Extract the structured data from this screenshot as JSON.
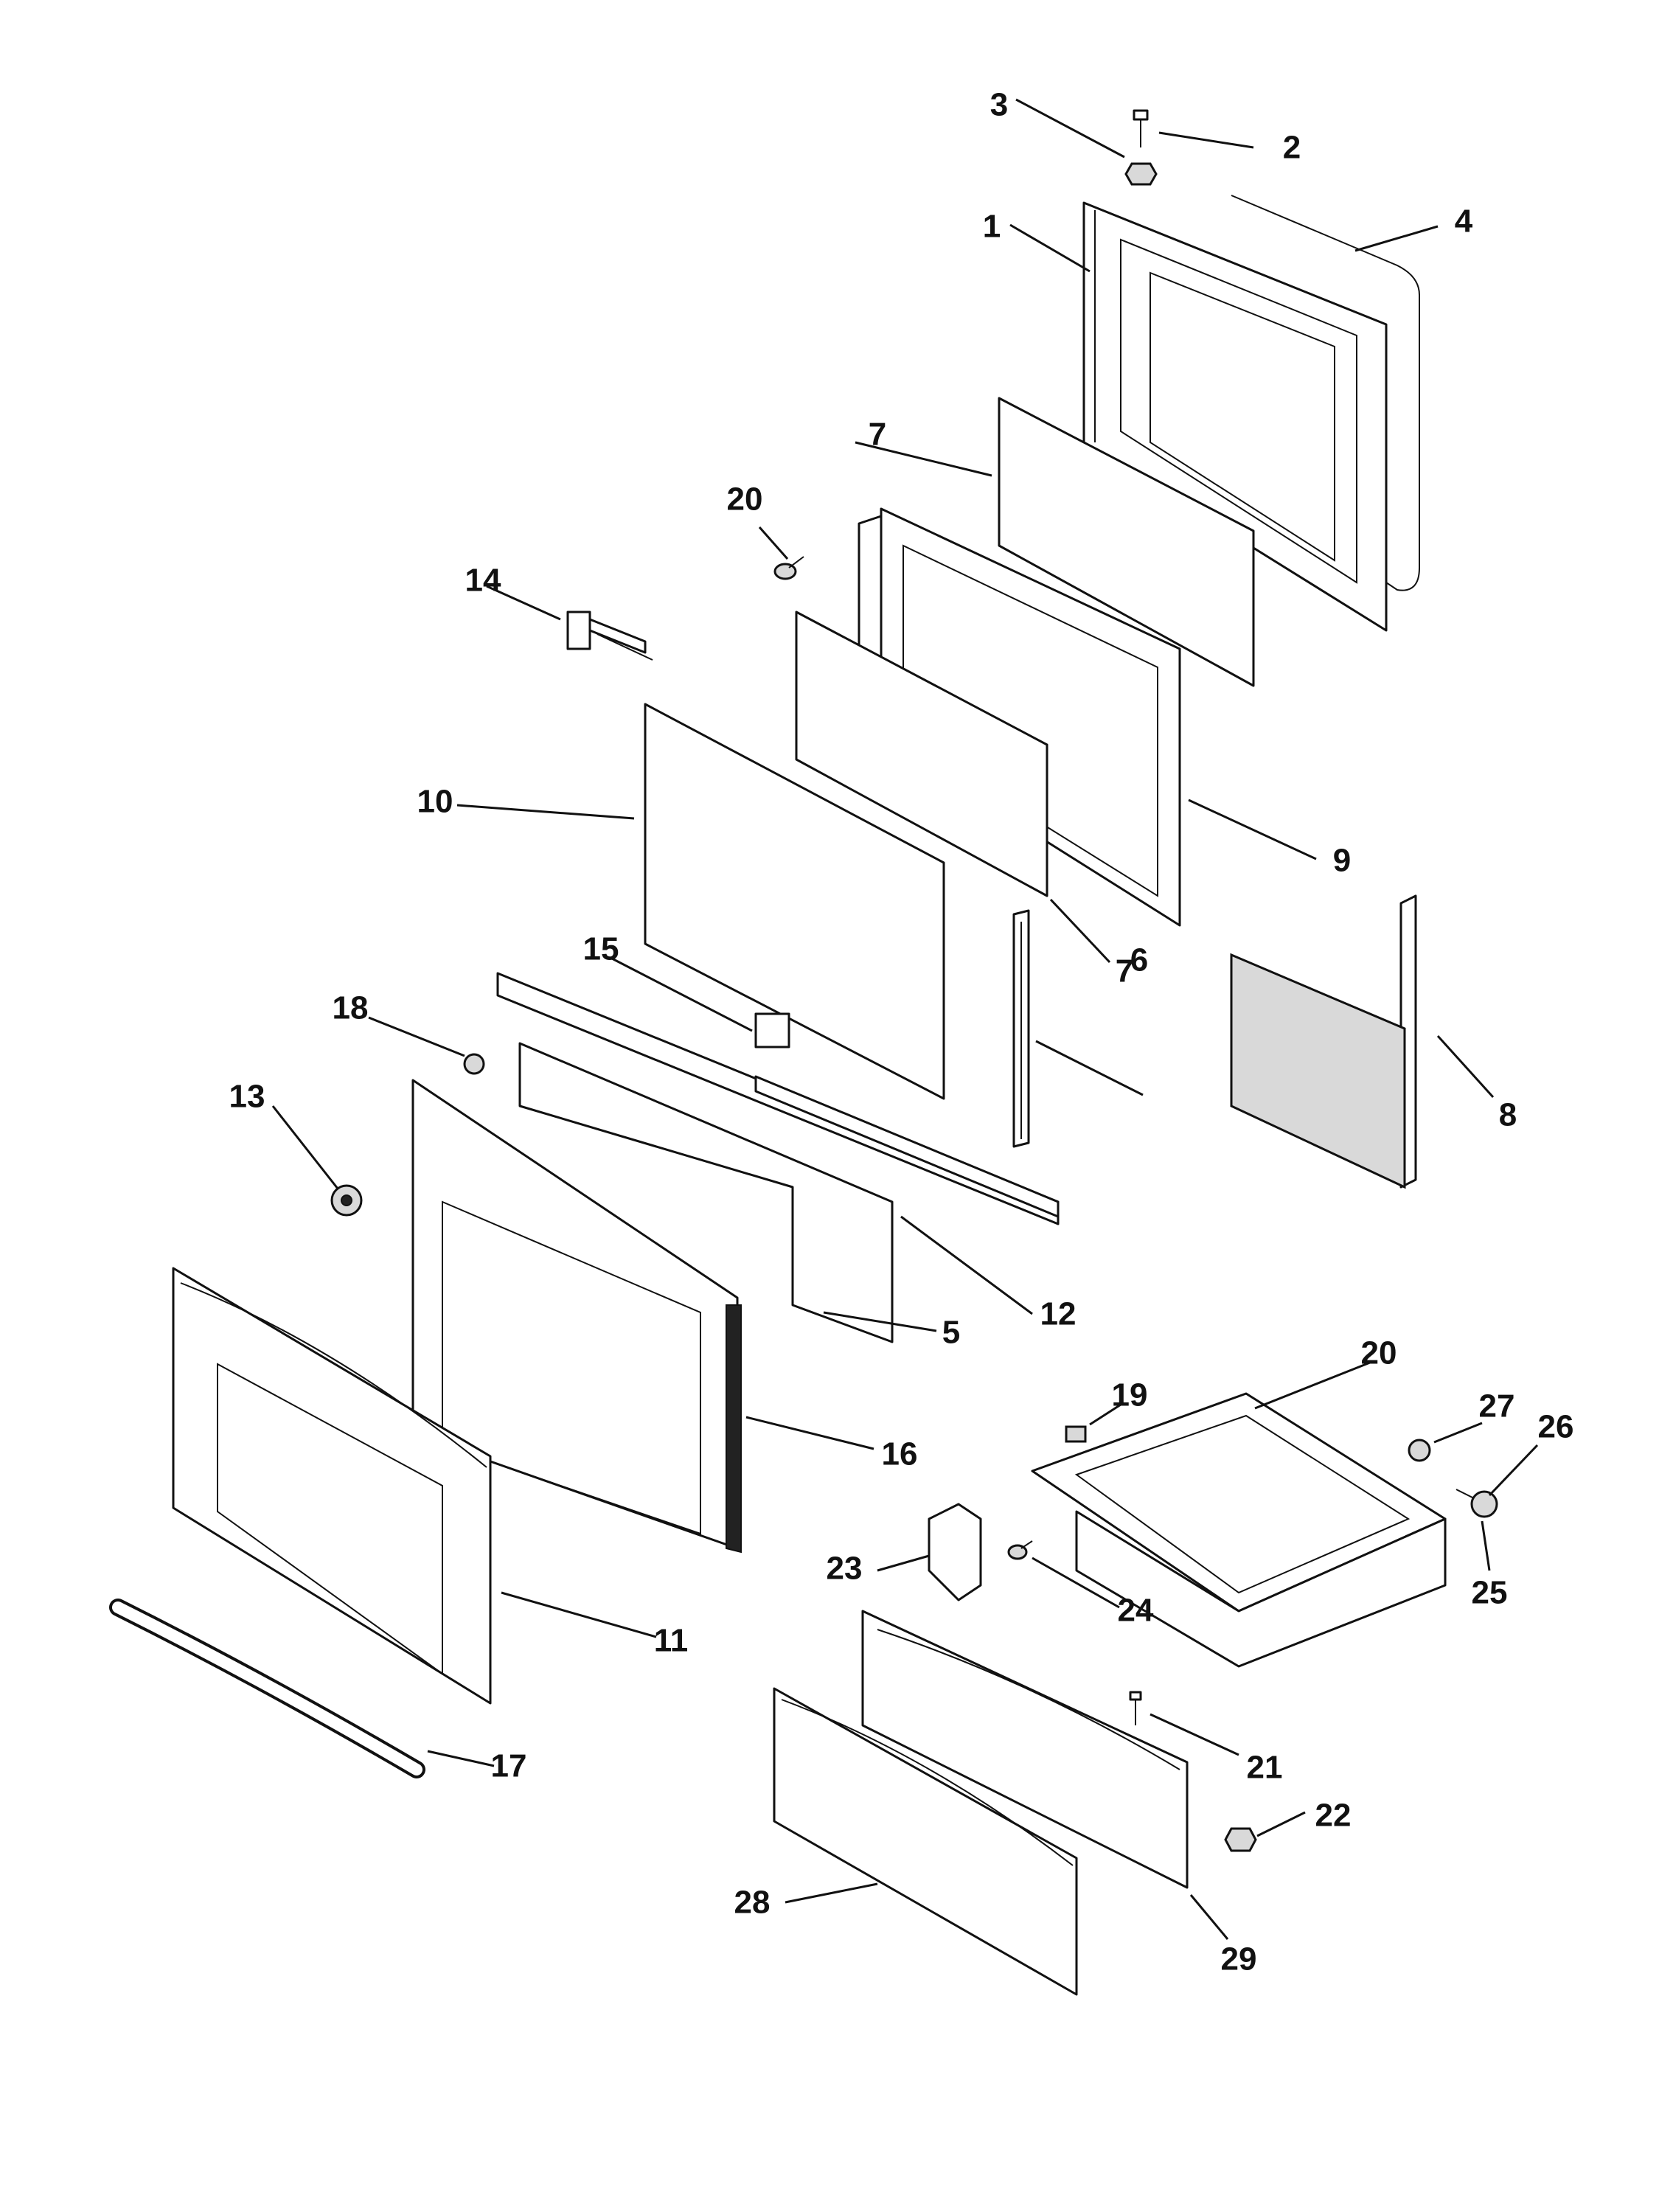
{
  "callouts": [
    {
      "id": "c1",
      "num": "1"
    },
    {
      "id": "c2",
      "num": "2"
    },
    {
      "id": "c3",
      "num": "3"
    },
    {
      "id": "c4",
      "num": "4"
    },
    {
      "id": "c5",
      "num": "5"
    },
    {
      "id": "c6",
      "num": "6"
    },
    {
      "id": "c7a",
      "num": "7"
    },
    {
      "id": "c7b",
      "num": "7"
    },
    {
      "id": "c8",
      "num": "8"
    },
    {
      "id": "c9",
      "num": "9"
    },
    {
      "id": "c10",
      "num": "10"
    },
    {
      "id": "c11",
      "num": "11"
    },
    {
      "id": "c12",
      "num": "12"
    },
    {
      "id": "c13",
      "num": "13"
    },
    {
      "id": "c14",
      "num": "14"
    },
    {
      "id": "c15",
      "num": "15"
    },
    {
      "id": "c16",
      "num": "16"
    },
    {
      "id": "c17",
      "num": "17"
    },
    {
      "id": "c18",
      "num": "18"
    },
    {
      "id": "c19",
      "num": "19"
    },
    {
      "id": "c20a",
      "num": "20"
    },
    {
      "id": "c20b",
      "num": "20"
    },
    {
      "id": "c21",
      "num": "21"
    },
    {
      "id": "c22",
      "num": "22"
    },
    {
      "id": "c23",
      "num": "23"
    },
    {
      "id": "c24",
      "num": "24"
    },
    {
      "id": "c25",
      "num": "25"
    },
    {
      "id": "c26",
      "num": "26"
    },
    {
      "id": "c27",
      "num": "27"
    },
    {
      "id": "c28",
      "num": "28"
    },
    {
      "id": "c29",
      "num": "29"
    }
  ]
}
